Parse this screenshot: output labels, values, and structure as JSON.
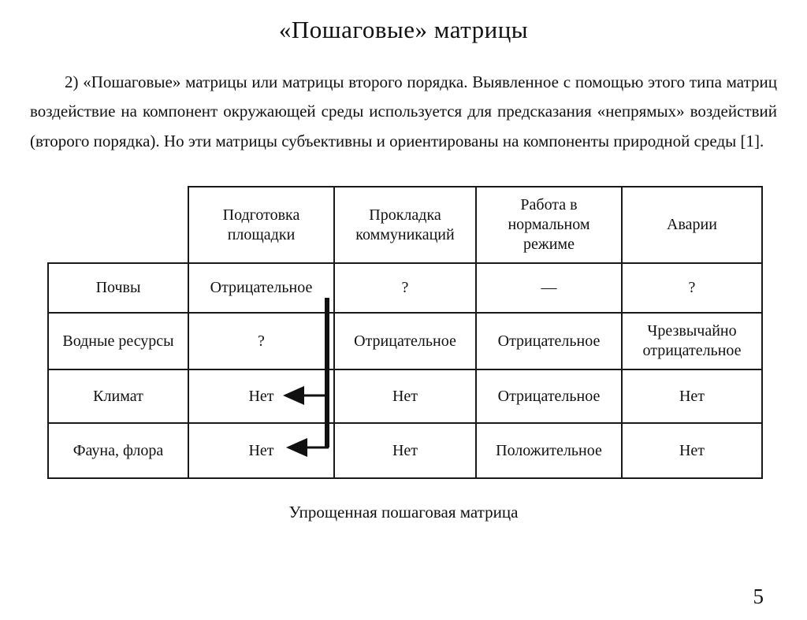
{
  "slide": {
    "title": "«Пошаговые» матрицы",
    "paragraph": "2) «Пошаговые» матрицы или матрицы второго порядка. Выявленное с помощью этого типа матриц воздействие на компонент окружающей среды используется для предсказания «непрямых» воздействий (второго порядка). Но эти матрицы субъективны и ориентированы на компоненты природной среды [1].",
    "caption": "Упрощенная пошаговая матрица",
    "page_number": "5"
  },
  "table": {
    "column_headers": [
      "Подготовка площадки",
      "Прокладка коммуникаций",
      "Работа в нормальном режиме",
      "Аварии"
    ],
    "rows": [
      {
        "label": "Почвы",
        "cells": [
          "Отрицательное",
          "?",
          "—",
          "?"
        ]
      },
      {
        "label": "Водные ресурсы",
        "cells": [
          "?",
          "Отрицательное",
          "Отрицательное",
          "Чрезвычайно отрицательное"
        ]
      },
      {
        "label": "Климат",
        "cells": [
          "Нет",
          "Нет",
          "Отрицательное",
          "Нет"
        ]
      },
      {
        "label": "Фауна, флора",
        "cells": [
          "Нет",
          "Нет",
          "Положительное",
          "Нет"
        ]
      }
    ]
  }
}
